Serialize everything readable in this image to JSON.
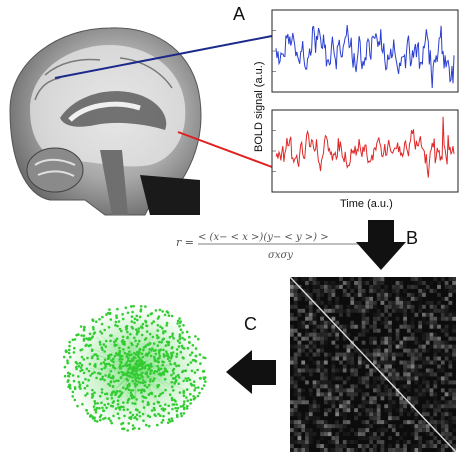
{
  "panels": {
    "a": "A",
    "b": "B",
    "c": "C"
  },
  "axes": {
    "ylabel": "BOLD signal (a.u.)",
    "xlabel": "Time (a.u.)"
  },
  "formula": {
    "lhs": "r =",
    "numerator": "< (x− < x >)(y− < y >) >",
    "denominator": "σxσy"
  },
  "colors": {
    "blue_signal": "#2a3fd0",
    "red_signal": "#e02828",
    "blue_line": "#1c2a8a",
    "red_line": "#e02020",
    "network_nodes": "#33cc33",
    "arrow": "#111111",
    "matrix_bg": "#0c0c0c"
  },
  "icons": {
    "brain": "brain-mri-sagittal-icon",
    "arrow_down": "arrow-down-icon",
    "arrow_left": "arrow-left-icon"
  }
}
